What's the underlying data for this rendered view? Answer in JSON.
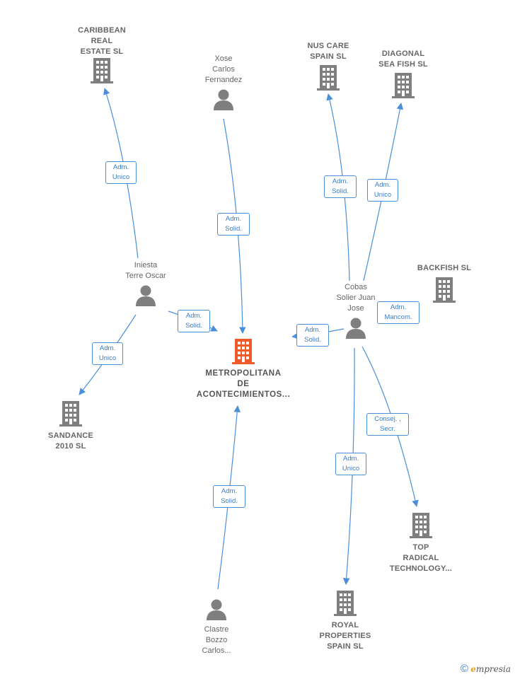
{
  "colors": {
    "edge": "#4a8fd8",
    "icon": "#7f7f7f",
    "main_icon": "#f05a28"
  },
  "nodes": {
    "caribbean": {
      "label": "CARIBBEAN\nREAL\nESTATE SL",
      "type": "company",
      "icon": "building-icon"
    },
    "xose": {
      "label": "Xose\nCarlos\nFernandez",
      "type": "person",
      "icon": "person-icon"
    },
    "nuscare": {
      "label": "NUS CARE\nSPAIN SL",
      "type": "company",
      "icon": "building-icon"
    },
    "diagonal": {
      "label": "DIAGONAL\nSEA FISH  SL",
      "type": "company",
      "icon": "building-icon"
    },
    "iniesta": {
      "label": "Iniesta\nTerre Oscar",
      "type": "person",
      "icon": "person-icon"
    },
    "backfish": {
      "label": "BACKFISH  SL",
      "type": "company",
      "icon": "building-icon"
    },
    "cobas": {
      "label": "Cobas\nSolier Juan\nJose",
      "type": "person",
      "icon": "person-icon"
    },
    "metropolitana": {
      "label": "METROPOLITANA\nDE\nACONTECIMIENTOS...",
      "type": "main",
      "icon": "building-icon"
    },
    "sandance": {
      "label": "SANDANCE\n2010 SL",
      "type": "company",
      "icon": "building-icon"
    },
    "topradical": {
      "label": "TOP\nRADICAL\nTECHNOLOGY...",
      "type": "company",
      "icon": "building-icon"
    },
    "royal": {
      "label": "ROYAL\nPROPERTIES\nSPAIN  SL",
      "type": "company",
      "icon": "building-icon"
    },
    "clastre": {
      "label": "Clastre\nBozzo\nCarlos...",
      "type": "person",
      "icon": "person-icon"
    }
  },
  "badges": {
    "b1": "Adm.\nUnico",
    "b2": "Adm.\nSolid.",
    "b3": "Adm.\nSolid.",
    "b4": "Adm.\nUnico",
    "b5": "Adm.\nSolid.",
    "b6": "Adm.\nUnico",
    "b7": "Adm.\nMancom.",
    "b8": "Adm.\nSolid.",
    "b9": "Consej. ,\nSecr.",
    "b10": "Adm.\nUnico",
    "b11": "Adm.\nSolid."
  },
  "footer": {
    "copyright": "©",
    "brand_e": "e",
    "brand_rest": "mpresia"
  }
}
